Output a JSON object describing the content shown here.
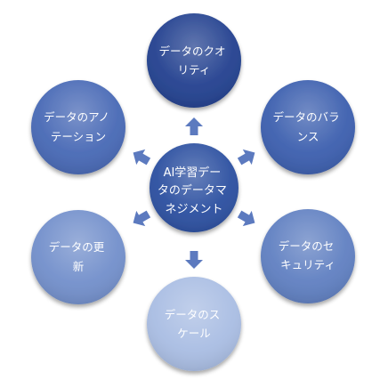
{
  "center": {
    "label_lines": [
      "AI学習デー",
      "タのデータマ",
      "ネジメント"
    ]
  },
  "nodes": [
    {
      "id": "quality",
      "label_lines": [
        "データのクオ",
        "リティ"
      ]
    },
    {
      "id": "balance",
      "label_lines": [
        "データのバラ",
        "ンス"
      ]
    },
    {
      "id": "security",
      "label_lines": [
        "データのセ",
        "キュリティ"
      ]
    },
    {
      "id": "scale",
      "label_lines": [
        "データのス",
        "ケール"
      ]
    },
    {
      "id": "update",
      "label_lines": [
        "データの更",
        "新"
      ]
    },
    {
      "id": "annotation",
      "label_lines": [
        "データのアノ",
        "テーション"
      ]
    }
  ],
  "colors": {
    "center": "#2b4fa0",
    "quality": "#22408f",
    "balance": "#3b5eae",
    "security": "#5f7fc1",
    "scale": "#a9bde3",
    "update": "#728fcb",
    "annotation": "#4768b5",
    "arrow": "#4a6cb8"
  }
}
